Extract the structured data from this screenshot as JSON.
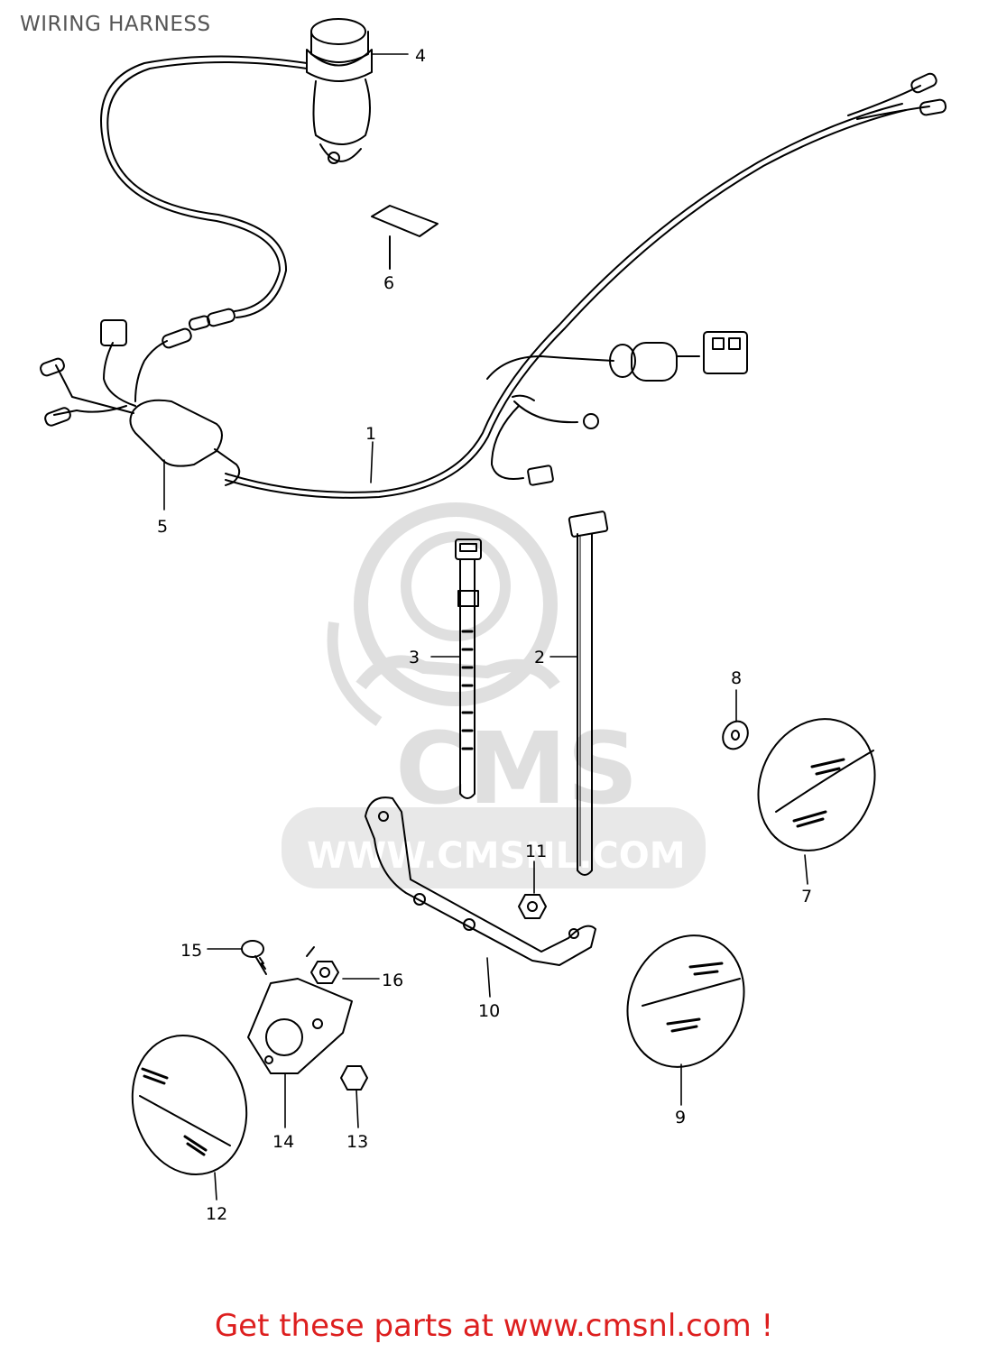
{
  "header": {
    "title": "WIRING HARNESS"
  },
  "footer": {
    "text": "Get these parts at www.cmsnl.com !"
  },
  "watermark": {
    "logo_text": "CMS",
    "url_text": "WWW.CMSNL.COM",
    "color": "#dcdcdc"
  },
  "callouts": [
    "1",
    "2",
    "3",
    "4",
    "5",
    "6",
    "7",
    "8",
    "9",
    "10",
    "11",
    "12",
    "13",
    "14",
    "15",
    "16"
  ],
  "colors": {
    "line": "#000000",
    "footer_text": "#dd1f1f",
    "title_text": "#555555"
  }
}
